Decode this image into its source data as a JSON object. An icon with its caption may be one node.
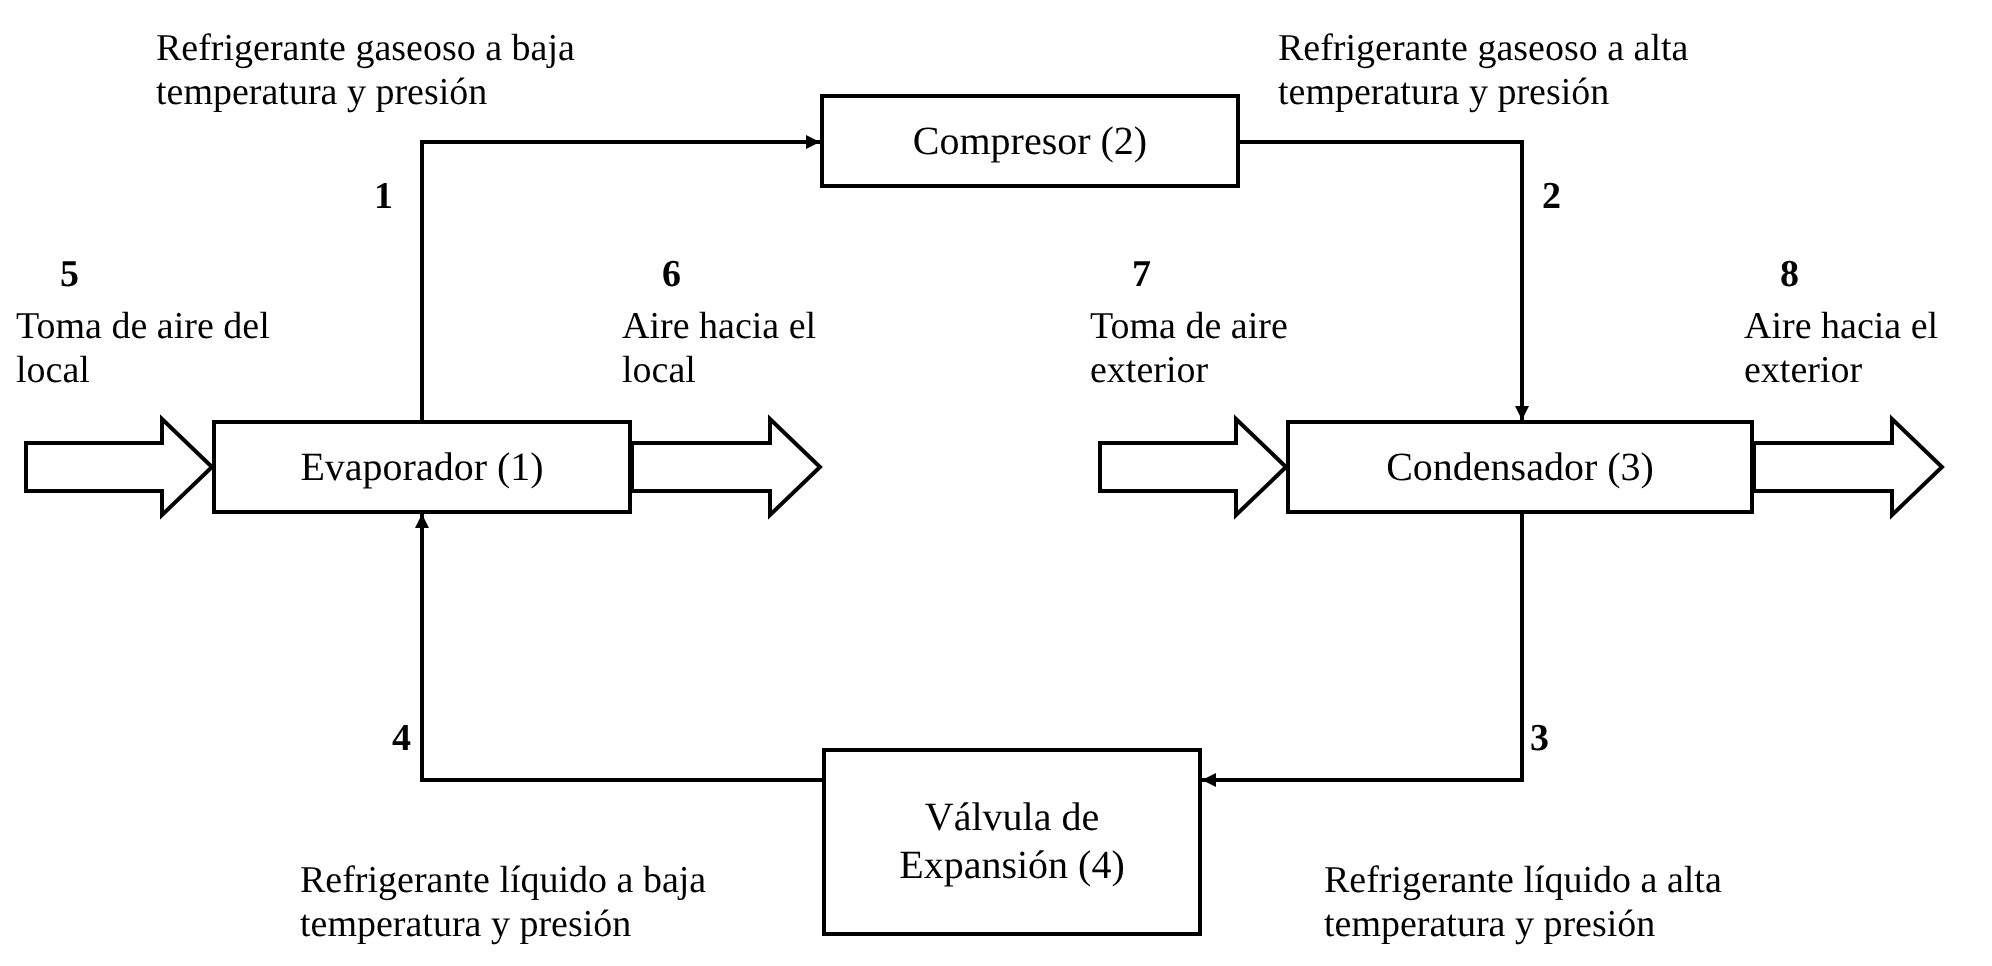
{
  "diagram": {
    "nodes": [
      {
        "text": [
          "Compresor (2)"
        ]
      },
      {
        "text": [
          "Evaporador (1)"
        ]
      },
      {
        "text": [
          "Condensador (3)"
        ]
      },
      {
        "text": [
          "Válvula de Expansión (4)"
        ]
      }
    ],
    "edges": [
      {
        "from": 1,
        "to": 0,
        "arrow": "to",
        "label": "1"
      },
      {
        "from": 0,
        "to": 2,
        "arrow": "to",
        "label": "2"
      },
      {
        "from": 2,
        "to": 3,
        "arrow": "to",
        "label": "3"
      },
      {
        "from": 3,
        "to": 1,
        "arrow": "to",
        "label": "4"
      },
      {
        "from": null,
        "to": 1,
        "arrow": "to",
        "label": "5",
        "style": "thick"
      },
      {
        "from": 1,
        "to": null,
        "arrow": "to",
        "label": "6",
        "style": "thick"
      },
      {
        "from": null,
        "to": 2,
        "arrow": "to",
        "label": "7",
        "style": "thick"
      },
      {
        "from": 2,
        "to": null,
        "arrow": "to",
        "label": "8",
        "style": "thick"
      }
    ],
    "labels": [
      "Refrigerante gaseoso a baja temperatura y presión",
      "Refrigerante gaseoso a alta temperatura y presión",
      "Toma de aire del local",
      "Aire hacia el local",
      "Toma de aire exterior",
      "Aire hacia el exterior",
      "Refrigerante líquido a baja temperatura y presión",
      "Refrigerante líquido a alta temperatura y presión"
    ]
  }
}
